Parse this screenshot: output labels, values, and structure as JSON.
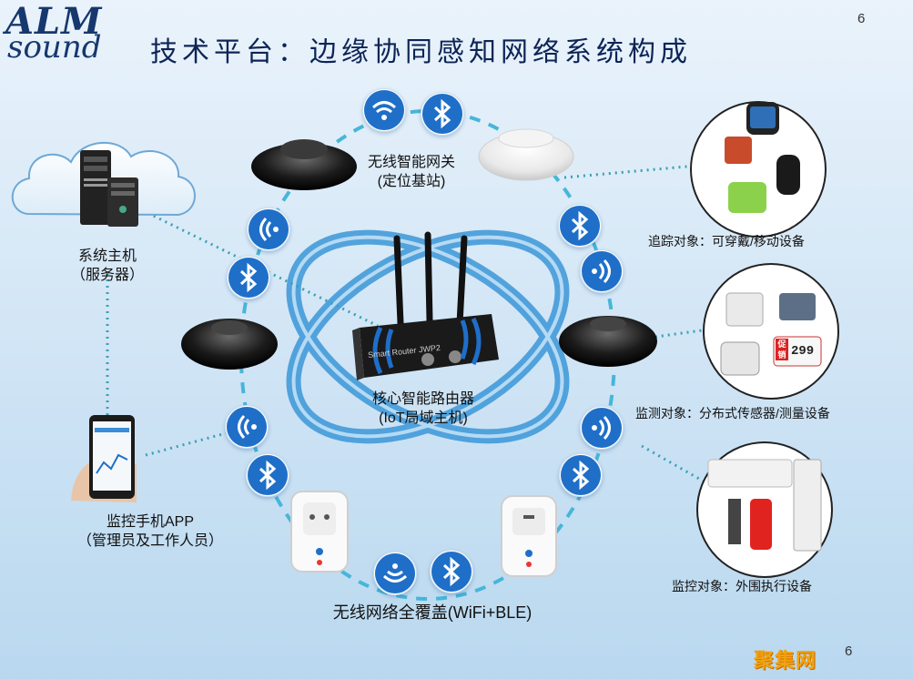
{
  "header": {
    "logo_top": "ALM",
    "logo_bottom": "sound",
    "title": "技术平台：边缘协同感知网络系统构成",
    "page_number_top": "6",
    "page_number_bottom": "6"
  },
  "nodes": {
    "gateway": {
      "line1": "无线智能网关",
      "line2": "(定位基站)"
    },
    "server": {
      "line1": "系统主机",
      "line2": "（服务器）"
    },
    "router": {
      "line1": "核心智能路由器",
      "line2": "(IoT局域主机)"
    },
    "phone": {
      "line1": "监控手机APP",
      "line2": "（管理员及工作人员）"
    },
    "coverage": "无线网络全覆盖(WiFi+BLE)"
  },
  "targets": {
    "tracking": "追踪对象：可穿戴/移动设备",
    "monitoring": "监测对象：分布式传感器/测量设备",
    "control": "监控对象：外围执行设备"
  },
  "device_text": {
    "thermo": "299",
    "promo": "促销",
    "router_model": "Smart Router JWP2"
  },
  "watermark": "聚集网",
  "colors": {
    "accent": "#1f6fc8",
    "ring": "#46b6d9",
    "link": "#3aa0b5",
    "title": "#0d2456",
    "orbit": "#3b97d8"
  }
}
